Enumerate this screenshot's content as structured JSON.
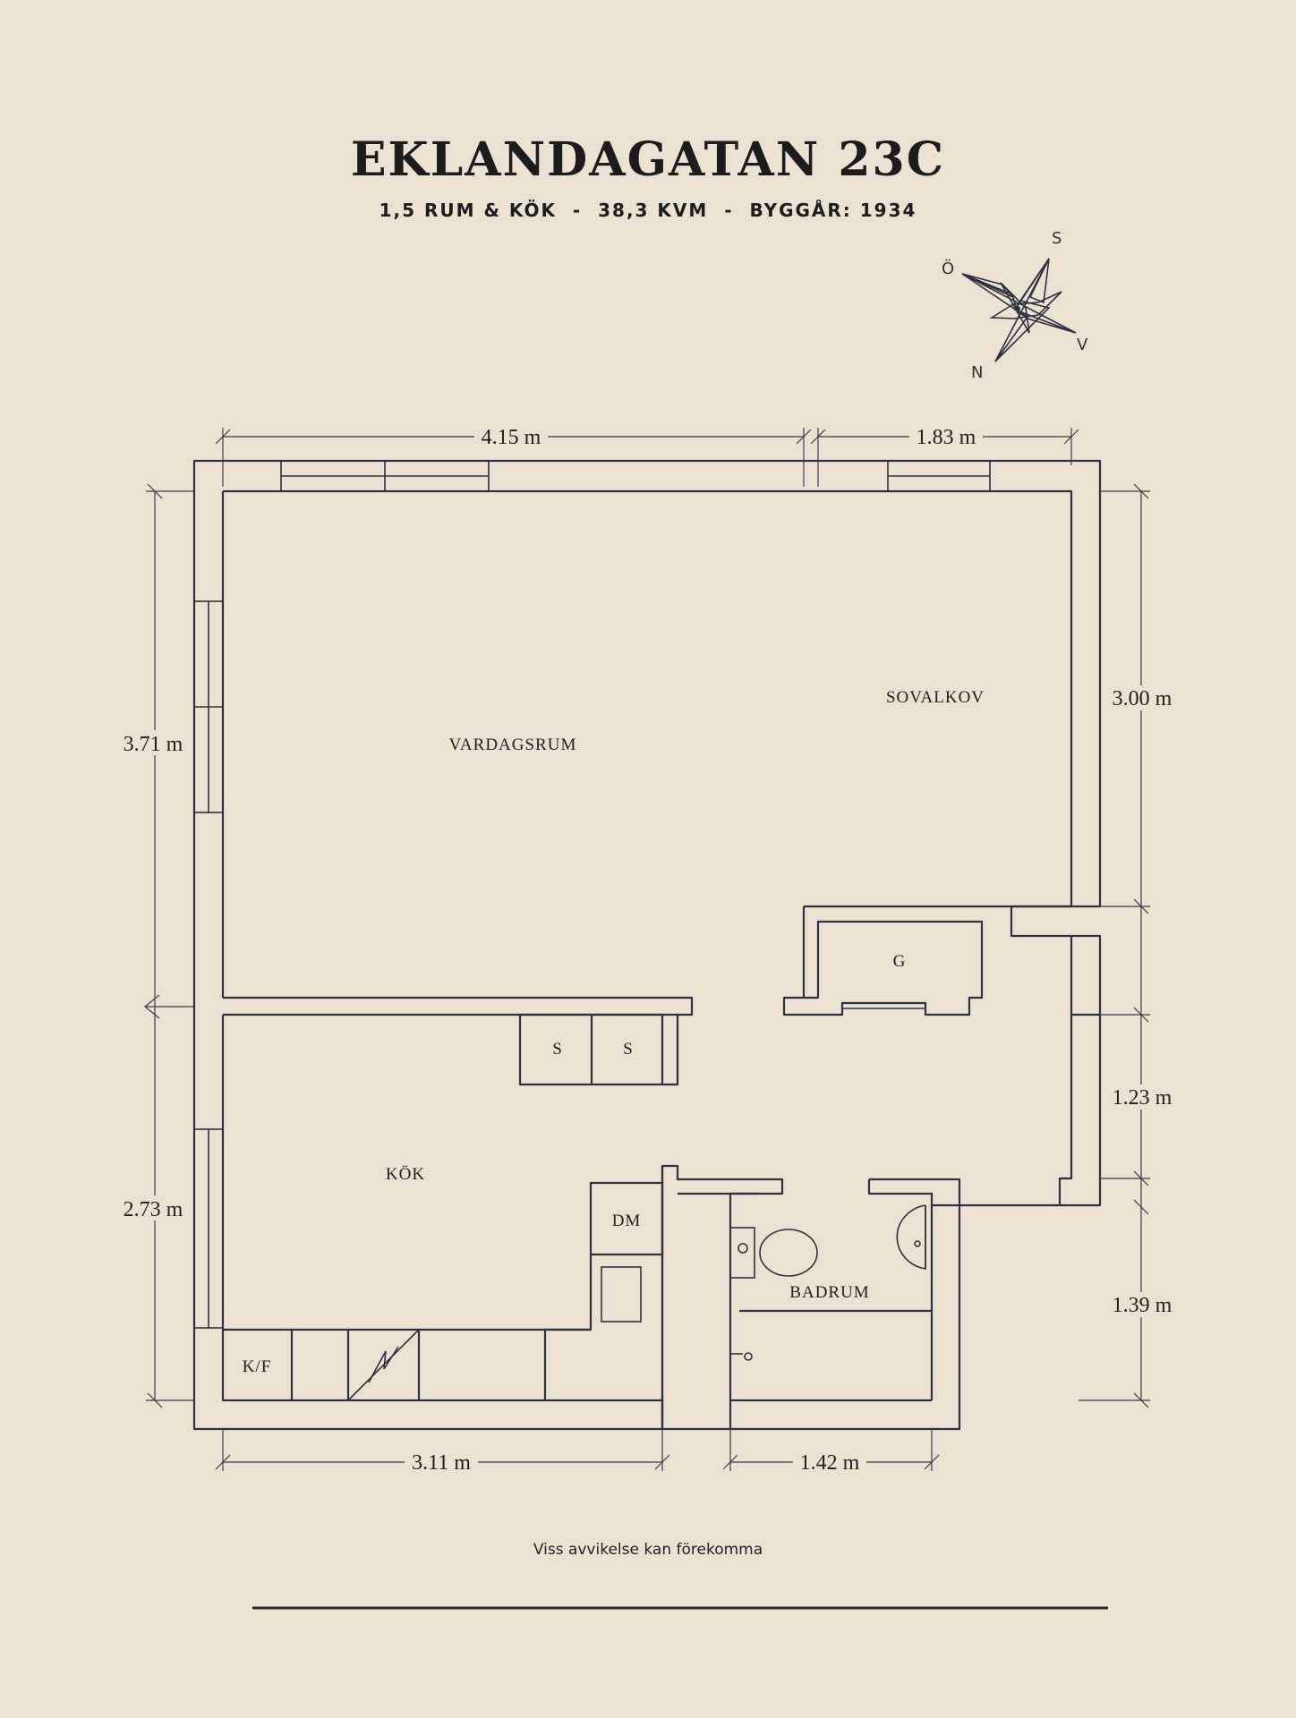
{
  "header": {
    "title": "EKLANDAGATAN 23C",
    "subtitle": "1,5 RUM & KÖK  -  38,3 KVM  -  BYGGÅR: 1934"
  },
  "compass": {
    "north": "N",
    "south": "S",
    "east": "Ö",
    "west": "V",
    "icon": "compass-rose-icon"
  },
  "rooms": {
    "vardagsrum": "VARDAGSRUM",
    "sovalkov": "SOVALKOV",
    "kok": "KÖK",
    "badrum": "BADRUM",
    "garderob": "G",
    "skap1": "S",
    "skap2": "S",
    "diskmaskin": "DM",
    "kyl_frys": "K/F"
  },
  "dimensions": {
    "top_left": "4.15 m",
    "top_right": "1.83 m",
    "left_upper": "3.71 m",
    "left_lower": "2.73 m",
    "right_upper": "3.00 m",
    "right_middle": "1.23 m",
    "right_lower": "1.39 m",
    "bottom_left": "3.11 m",
    "bottom_right": "1.42 m"
  },
  "footer": {
    "note": "Viss avvikelse kan förekomma"
  }
}
